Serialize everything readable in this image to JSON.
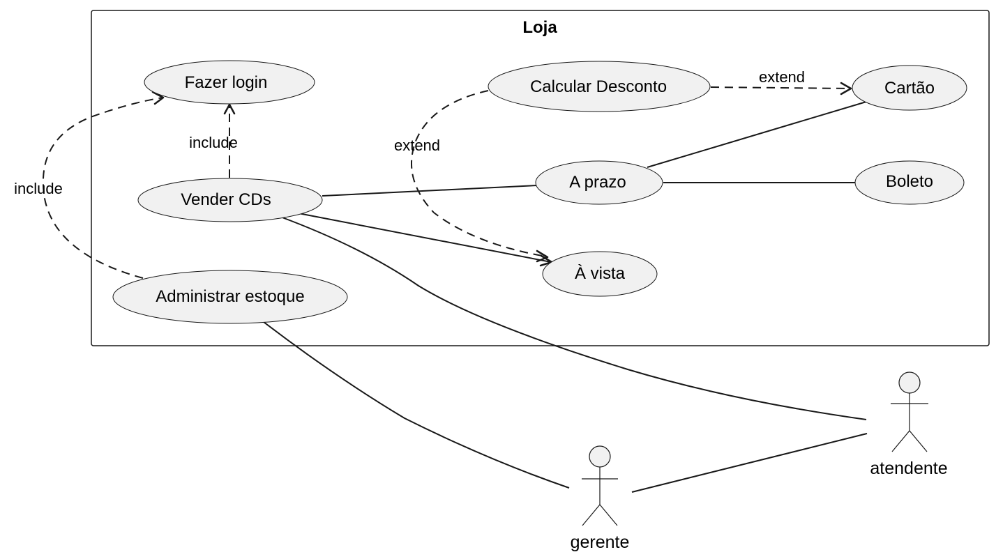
{
  "system": {
    "title": "Loja"
  },
  "use_cases": {
    "fazer_login": "Fazer login",
    "calcular_desconto": "Calcular Desconto",
    "cartao": "Cartão",
    "vender_cds": "Vender CDs",
    "a_prazo": "A prazo",
    "boleto": "Boleto",
    "a_vista": "À vista",
    "administrar_estoque": "Administrar estoque"
  },
  "actors": {
    "atendente": "atendente",
    "gerente": "gerente"
  },
  "relations": {
    "include_vender_login": "include",
    "include_admin_login": "include",
    "extend_desconto_cartao": "extend",
    "extend_desconto_vista": "extend"
  },
  "colors": {
    "usecase_fill": "#f1f1f1",
    "stroke": "#181818"
  }
}
